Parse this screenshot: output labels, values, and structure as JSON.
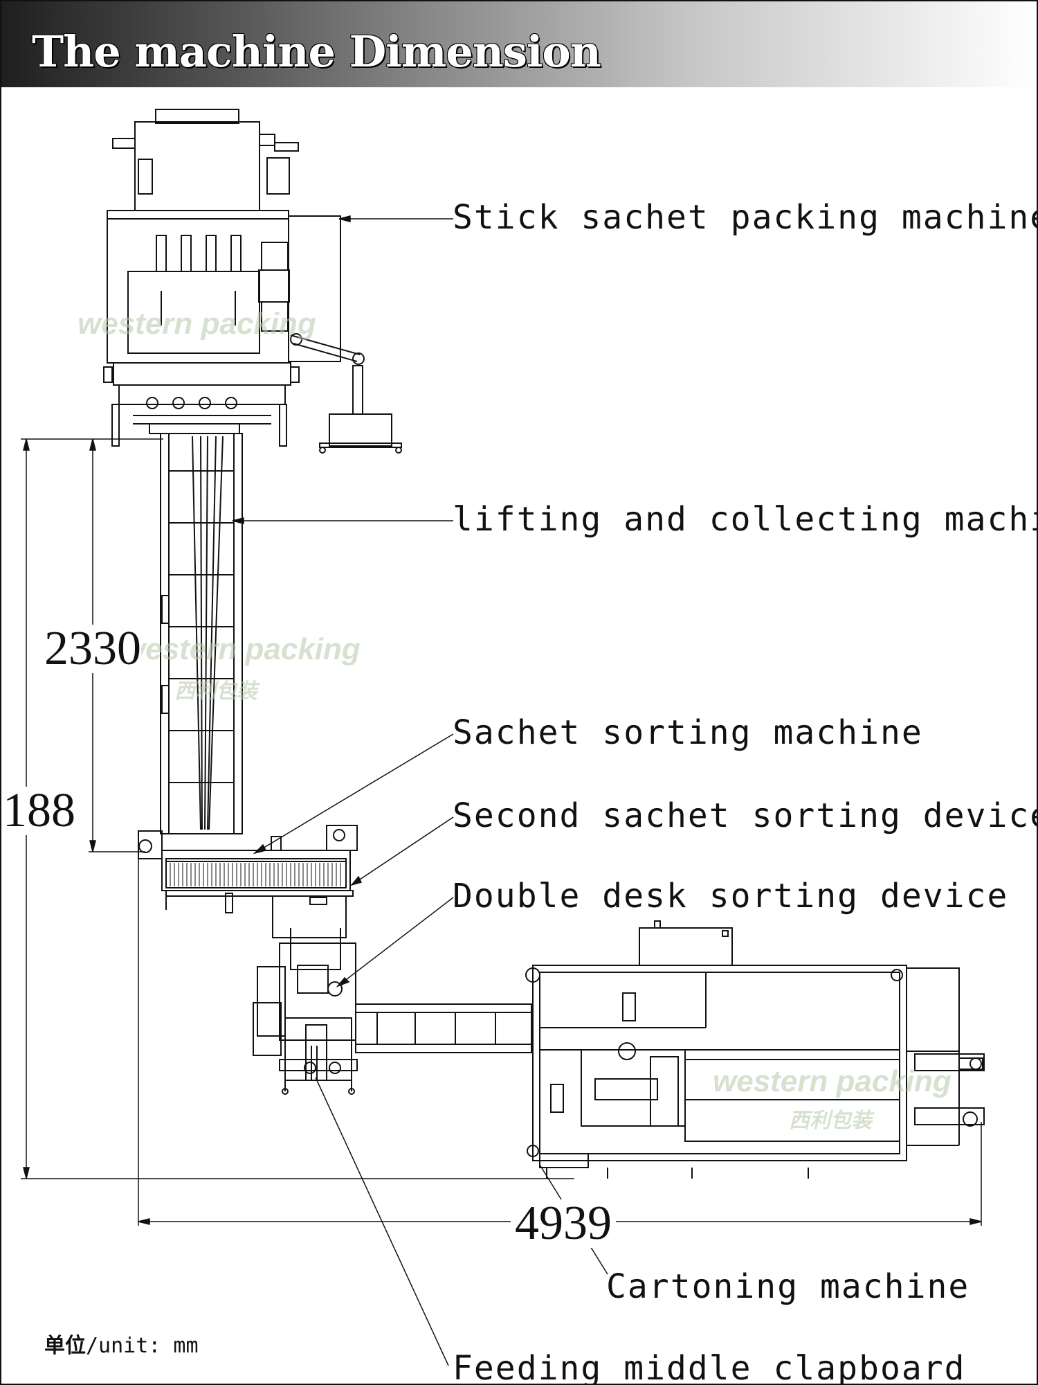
{
  "title": "The machine Dimension",
  "labels": {
    "stick_sachet": "Stick sachet packing machine",
    "lifting": "lifting and collecting machine",
    "sachet_sorting": "Sachet sorting machine",
    "second_sorting": "Second sachet sorting device",
    "double_desk": "Double desk sorting device",
    "cartoning": "Cartoning machine",
    "feeding": "Feeding middle clapboard"
  },
  "dimensions": {
    "vertical_inner": "2330",
    "vertical_outer": "188",
    "horizontal": "4939"
  },
  "unit": {
    "prefix": "单位",
    "text": "/unit: mm"
  },
  "watermarks": {
    "en": "western packing",
    "cn": "西利包装"
  },
  "colors": {
    "line": "#111111",
    "watermark": "#b4c8aa"
  }
}
